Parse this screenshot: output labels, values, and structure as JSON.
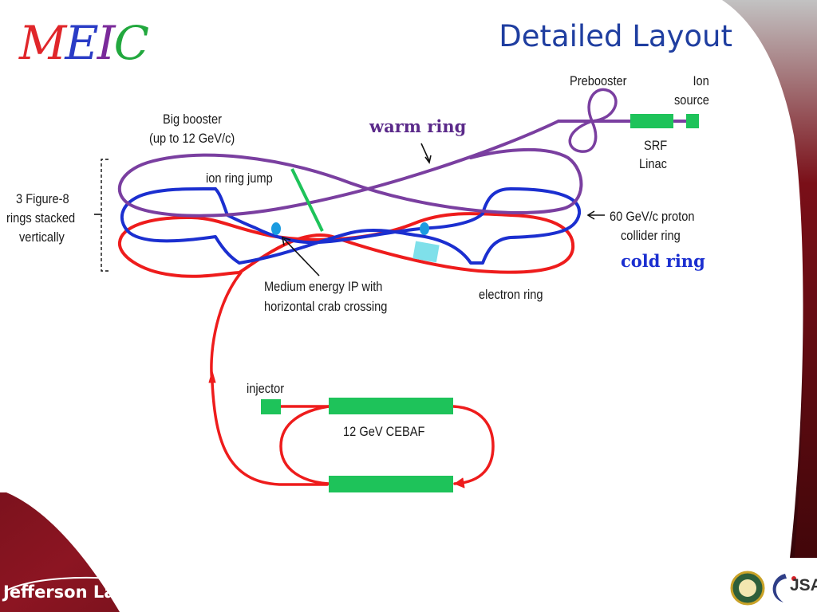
{
  "slide": {
    "logo": {
      "letters": [
        "M",
        "E",
        "I",
        "C"
      ]
    },
    "title": "Detailed Layout",
    "footer": {
      "lab_name": "Jefferson Lab",
      "partner_text": "JSA"
    }
  },
  "diagram": {
    "labels": {
      "prebooster": "Prebooster",
      "ion_source_1": "Ion",
      "ion_source_2": "source",
      "srf_1": "SRF",
      "srf_2": "Linac",
      "big_booster_1": "Big booster",
      "big_booster_2": "(up to 12 GeV/c)",
      "warm_ring": "warm ring",
      "ion_ring_jump": "ion ring jump",
      "figure8_1": "3 Figure-8",
      "figure8_2": "rings stacked",
      "figure8_3": "vertically",
      "proton_ring_1": "60 GeV/c proton",
      "proton_ring_2": "collider ring",
      "cold_ring": "cold ring",
      "ip_1": "Medium energy IP with",
      "ip_2": "horizontal crab crossing",
      "electron_ring": "electron ring",
      "injector": "injector",
      "cebaf": "12 GeV CEBAF"
    },
    "colors": {
      "warm_ring": "#7a3fa0",
      "proton_ring": "#1b2fd0",
      "electron_ring": "#ee1c1c",
      "component_green": "#1ec35a",
      "ip_marker": "#1a9be0",
      "crab_cavity": "#7fe0ea",
      "title_blue": "#1f3ea0",
      "cold_ring_text": "#1b2fd0",
      "warm_ring_text": "#5b2a8a",
      "frame_dark": "#2a0508",
      "frame_red": "#9a1826"
    }
  }
}
